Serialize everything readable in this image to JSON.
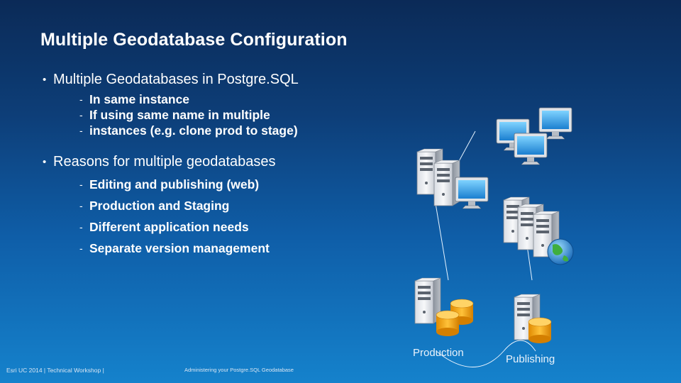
{
  "slide": {
    "title": "Multiple Geodatabase Configuration",
    "bullets": [
      {
        "text": "Multiple Geodatabases in Postgre.SQL",
        "subitems": [
          "In same instance",
          "If using same name in multiple",
          "instances  (e.g. clone prod to stage)"
        ]
      },
      {
        "text": "Reasons for multiple geodatabases",
        "subitems": [
          "Editing and publishing (web)",
          "Production and Staging",
          "Different application needs",
          "Separate version management"
        ]
      }
    ]
  },
  "diagram": {
    "production_label": "Production",
    "publishing_label": "Publishing"
  },
  "footer": {
    "left": "Esri UC 2014 | Technical Workshop |",
    "center": "Administering your Postgre.SQL Geodatabase"
  },
  "colors": {
    "background_top": "#0b2a57",
    "background_bottom": "#1582cc",
    "database_orange": "#f5a300"
  },
  "icons": [
    "desktop-computer-icon",
    "server-icon",
    "globe-icon",
    "database-icon"
  ]
}
